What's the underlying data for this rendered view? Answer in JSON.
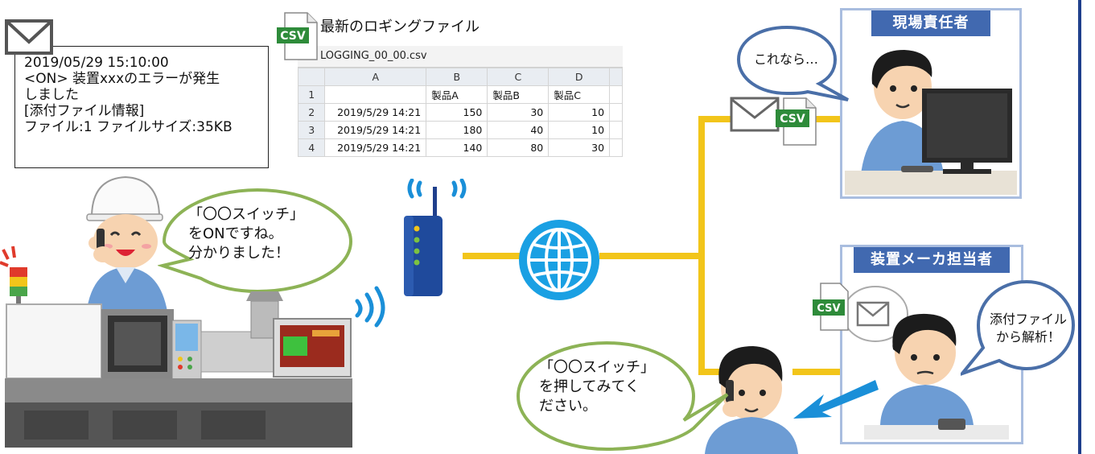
{
  "email": {
    "lines": [
      "2019/05/29 15:10:00",
      "<ON> 装置xxxのエラーが発生",
      "しました",
      "[添付ファイル情報]",
      "ファイル:1 ファイルサイズ:35KB"
    ]
  },
  "logging": {
    "title": "最新のロギングファイル",
    "csv_badge": "CSV",
    "filename": "LOGGING_00_00.csv",
    "col_letters": [
      "A",
      "B",
      "C",
      "D"
    ],
    "row_numbers": [
      "1",
      "2",
      "3",
      "4"
    ],
    "header_row": [
      "",
      "製品A",
      "製品B",
      "製品C"
    ],
    "rows": [
      [
        "2019/5/29 14:21",
        "150",
        "30",
        "10"
      ],
      [
        "2019/5/29 14:21",
        "180",
        "40",
        "10"
      ],
      [
        "2019/5/29 14:21",
        "140",
        "80",
        "30"
      ]
    ]
  },
  "roles": {
    "site_manager": {
      "title": "現場責任者",
      "speech": "これなら…"
    },
    "maker": {
      "title": "装置メーカ担当者",
      "speech_lines": [
        "添付ファイル",
        "から解析！"
      ]
    }
  },
  "speech": {
    "worker": [
      "「〇〇スイッチ」",
      "をONですね。",
      "分かりました！"
    ],
    "maker_phone": [
      "「〇〇スイッチ」",
      "を押してみてく",
      "ださい。"
    ]
  },
  "attachment_badges": [
    "CSV",
    "CSV"
  ],
  "colors": {
    "network_line": "#f2c51a",
    "role_header": "#4169b0",
    "role_border": "#a9bddf",
    "bubble_border": "#8db356",
    "manager_bubble_border": "#4a6fa8",
    "csv_green": "#2e8b3a",
    "arrow_blue": "#1a8fd8",
    "right_bar": "#1f3f8c"
  },
  "icons": [
    "mail-icon",
    "csv-file-icon",
    "router-icon",
    "globe-icon",
    "wifi-icon",
    "signal-tower-icon"
  ]
}
